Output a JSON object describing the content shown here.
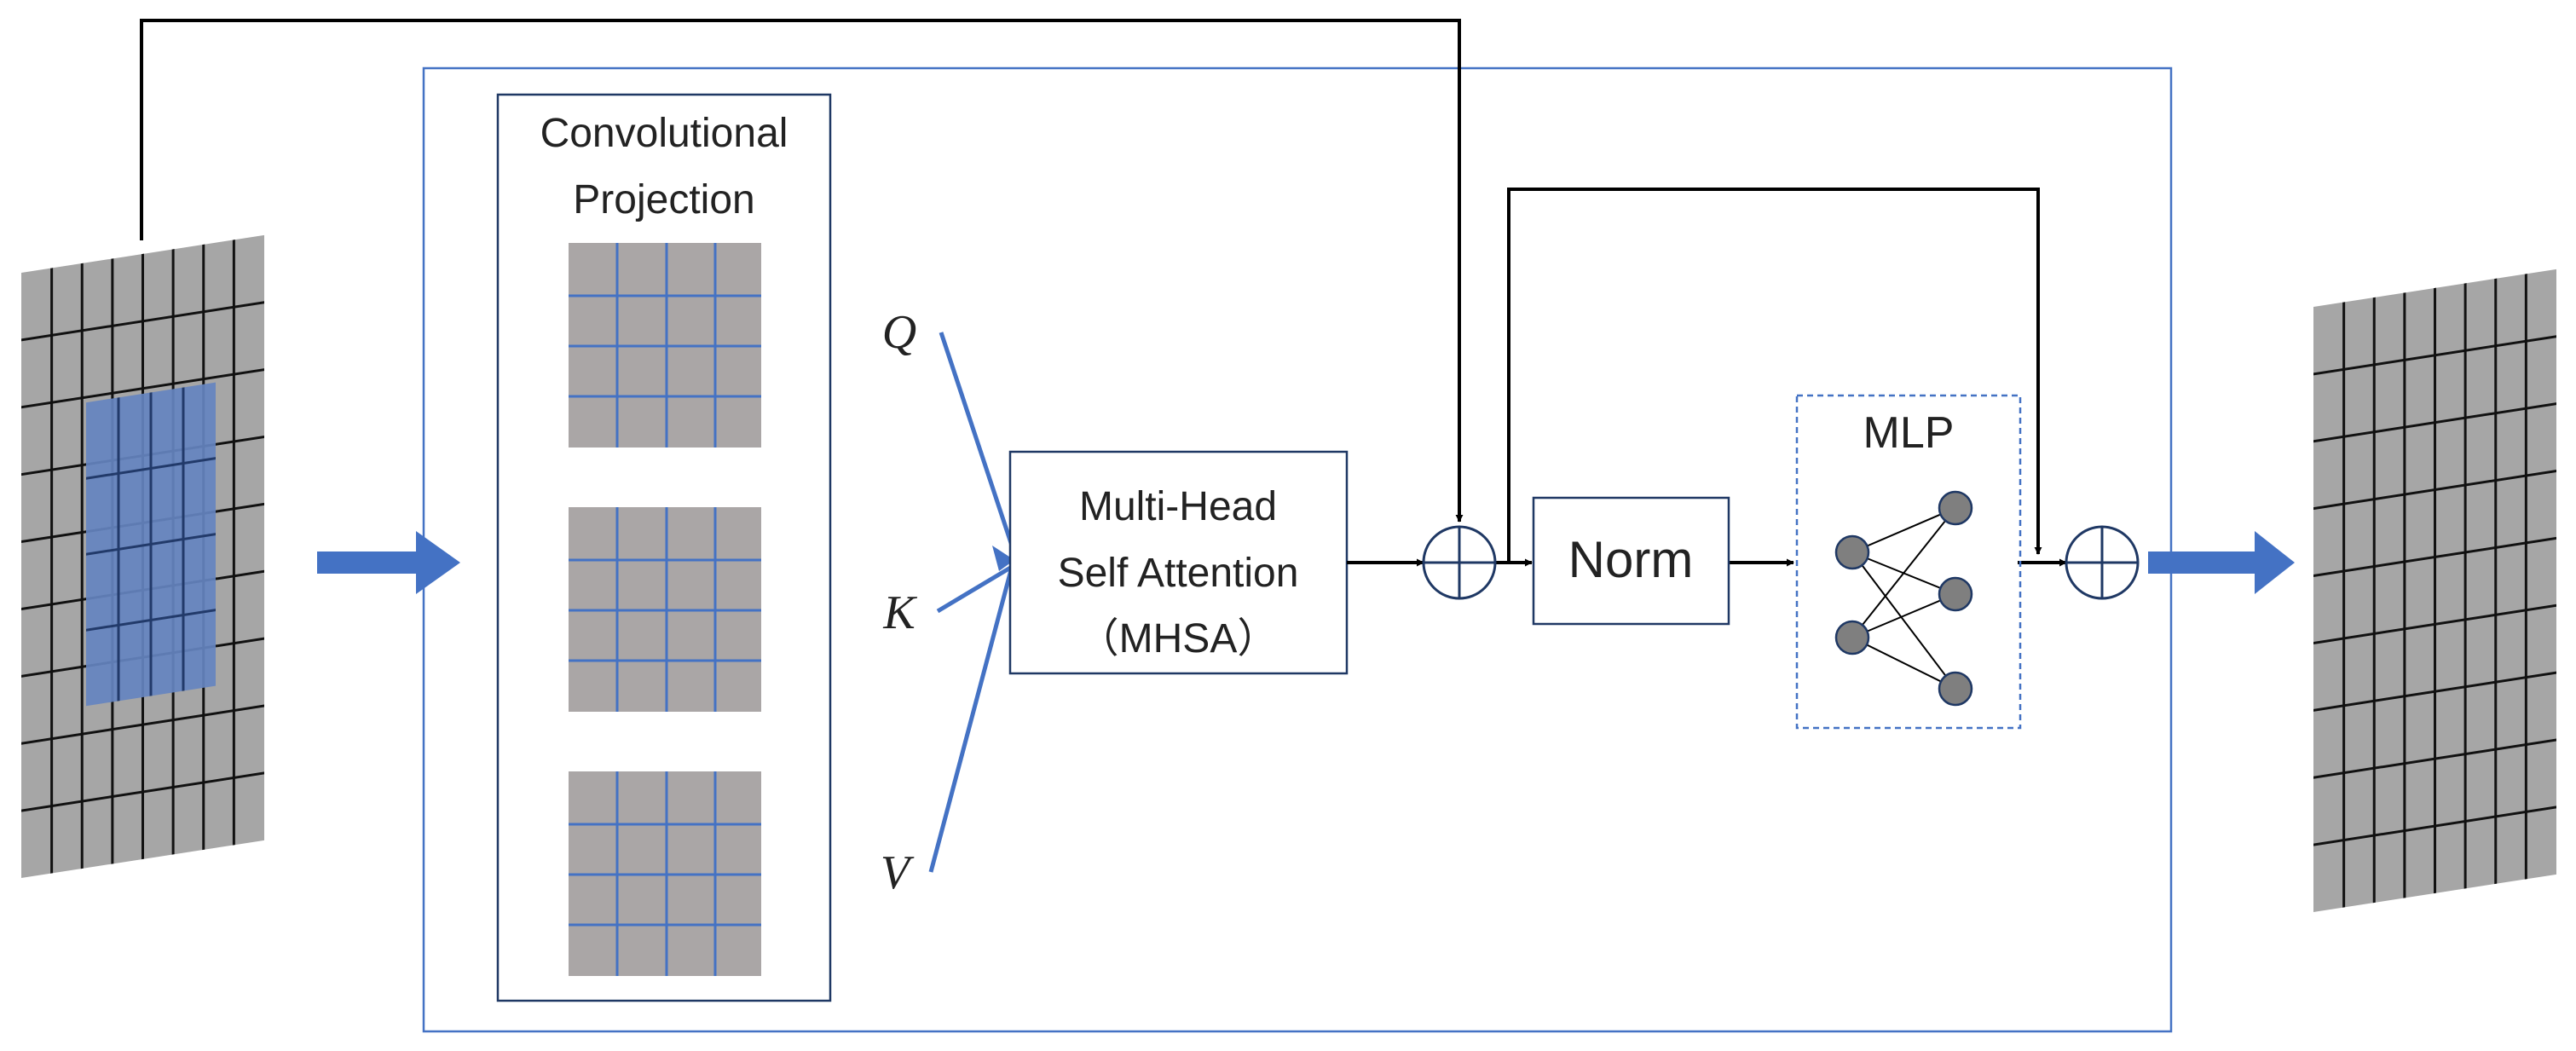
{
  "labels": {
    "conv_projection_line1": "Convolutional",
    "conv_projection_line2": "Projection",
    "q": "Q",
    "k": "K",
    "v": "V",
    "mhsa_line1": "Multi-Head",
    "mhsa_line2": "Self Attention",
    "mhsa_line3": "（MHSA）",
    "norm": "Norm",
    "mlp": "MLP"
  },
  "colors": {
    "accent_blue": "#4472c4",
    "grid_gray": "#a6a6a6",
    "kernel_gray": "#aaa6a6",
    "line_black": "#000000",
    "node_gray": "#7f7f7f",
    "box_blue": "#1f3864"
  }
}
